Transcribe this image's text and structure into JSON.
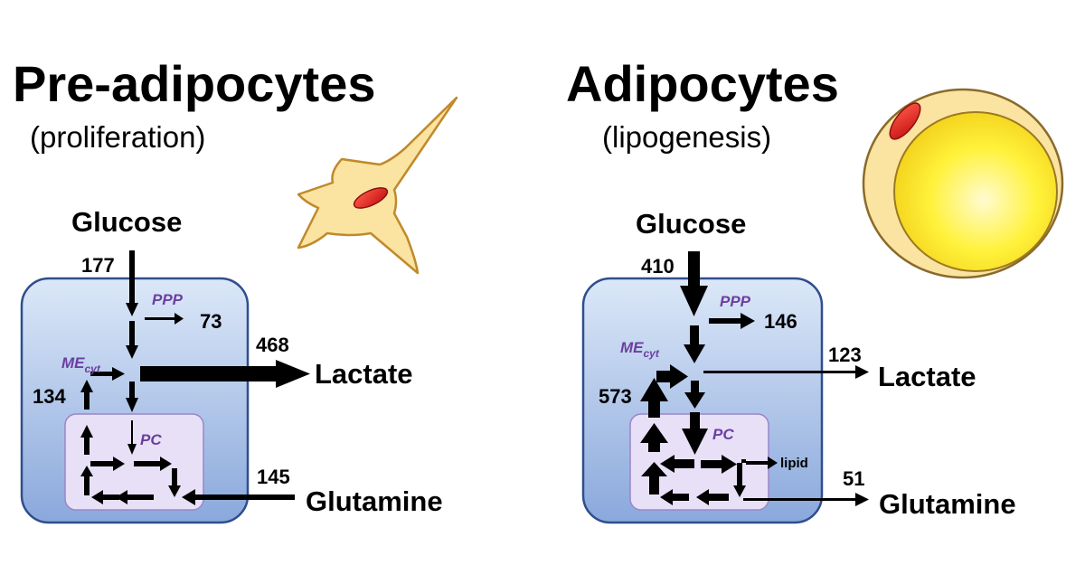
{
  "left_panel": {
    "title": "Pre-adipocytes",
    "subtitle": "(proliferation)",
    "glucose": "Glucose",
    "lactate": "Lactate",
    "glutamine": "Glutamine",
    "ppp": "PPP",
    "me": "ME",
    "me_sub": "cyt",
    "pc": "PC",
    "flux_glucose": "177",
    "flux_ppp": "73",
    "flux_lactate": "468",
    "flux_me": "134",
    "flux_glutamine": "145"
  },
  "right_panel": {
    "title": "Adipocytes",
    "subtitle": "(lipogenesis)",
    "glucose": "Glucose",
    "lactate": "Lactate",
    "glutamine": "Glutamine",
    "ppp": "PPP",
    "me": "ME",
    "me_sub": "cyt",
    "pc": "PC",
    "lipid": "lipid",
    "flux_glucose": "410",
    "flux_ppp": "146",
    "flux_lactate": "123",
    "flux_me": "573",
    "flux_glutamine": "51"
  },
  "colors": {
    "cell_box_top": "#dce8f8",
    "cell_box_bottom": "#8aa8dc",
    "cell_box_border": "#2f4e8c",
    "mito_fill": "#e8e0f7",
    "mito_border": "#9a86c8",
    "enzyme_text": "#6b3fa0",
    "cell_fill": "#fbe3a2",
    "cell_border": "#c08a2a",
    "nucleus": "#d81e1e",
    "lipid_droplet": "#fff23a"
  },
  "icons": [
    "fibroblast-cell-icon",
    "adipocyte-cell-icon"
  ]
}
